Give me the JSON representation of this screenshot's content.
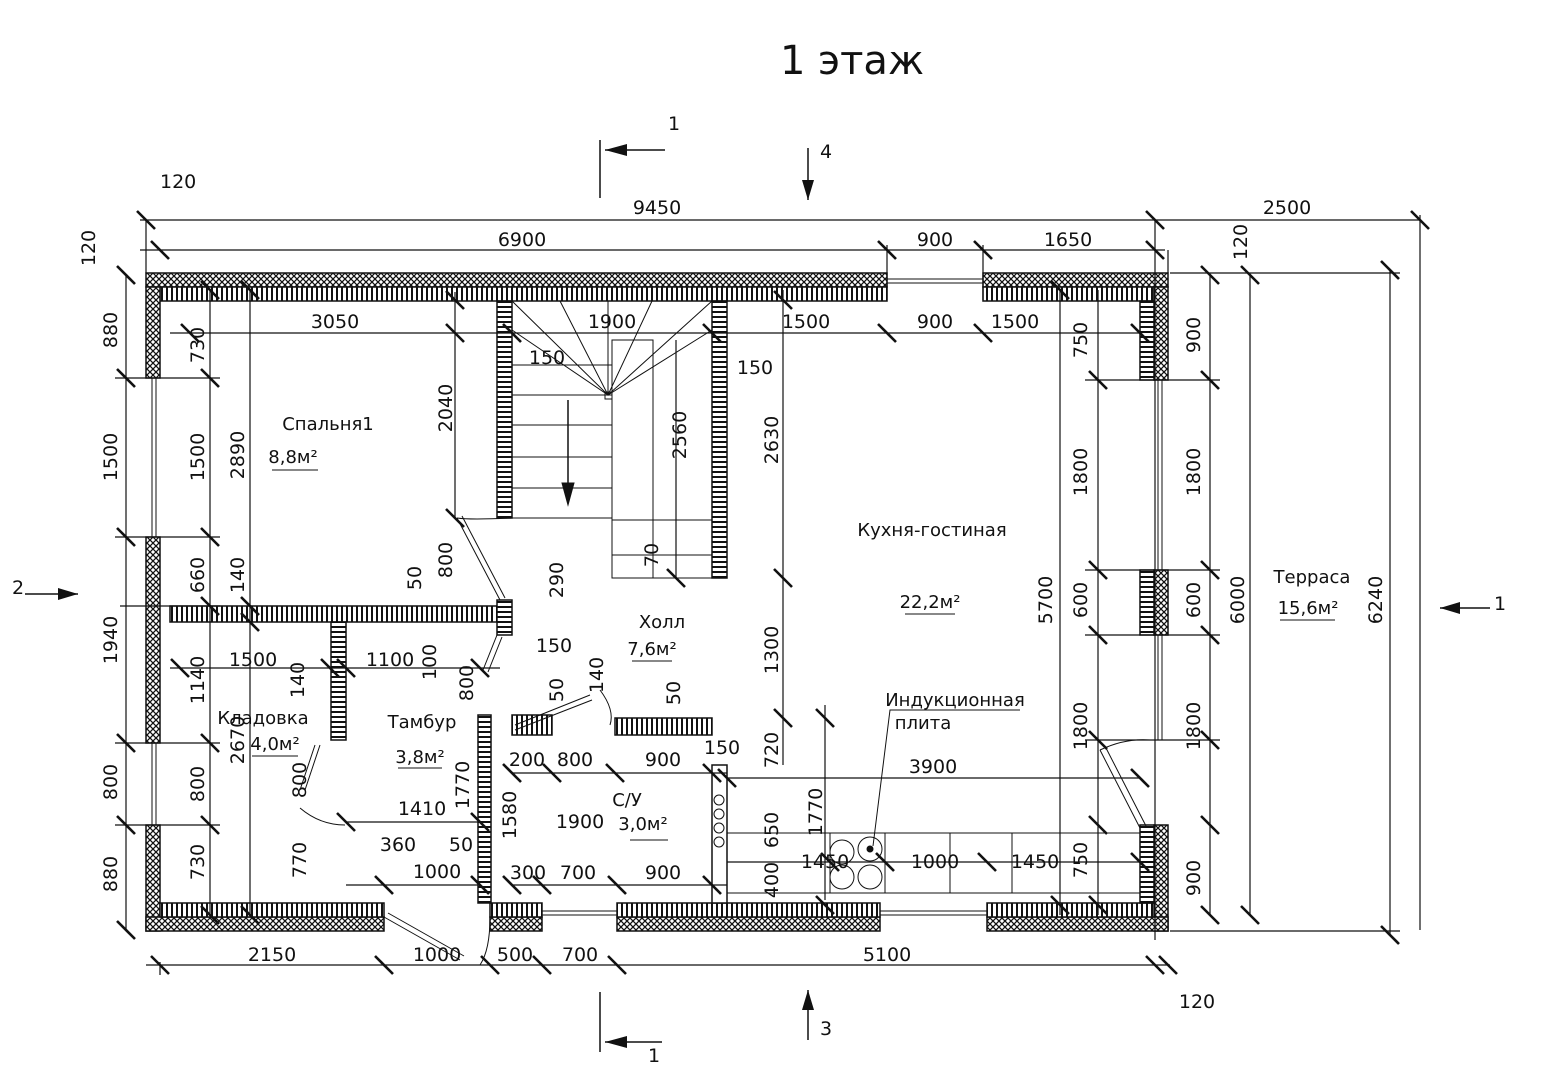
{
  "title": "1 этаж",
  "section_marks": {
    "top_section": "1",
    "view_top": "4",
    "left_view": "2",
    "right_section": "1",
    "view_bottom": "3",
    "bottom_section": "1"
  },
  "rooms": {
    "bedroom": {
      "name": "Спальня1",
      "area": "8,8м²"
    },
    "pantry": {
      "name": "Кладовка",
      "area": "4,0м²"
    },
    "vestibule": {
      "name": "Тамбур",
      "area": "3,8м²"
    },
    "hall": {
      "name": "Холл",
      "area": "7,6м²"
    },
    "bathroom": {
      "name": "С/У",
      "area": "3,0м²"
    },
    "kitchen": {
      "name": "Кухня-гостиная",
      "area": "22,2м²"
    },
    "terrace": {
      "name": "Терраса",
      "area": "15,6м²"
    }
  },
  "callouts": {
    "stove_line1": "Индукционная",
    "stove_line2": "плита"
  },
  "dims_top": [
    "120",
    "9450",
    "2500",
    "6900",
    "900",
    "1650",
    "120",
    "120"
  ],
  "dims_inner_top": [
    "3050",
    "1900",
    "1500",
    "900",
    "1500"
  ],
  "dims_left_outer": [
    "880",
    "1500",
    "1940",
    "800",
    "880"
  ],
  "dims_left_inner": [
    "730",
    "1500",
    "660",
    "1140",
    "800",
    "730",
    "2890",
    "140",
    "2670"
  ],
  "dims_center": [
    "2040",
    "150",
    "150",
    "2560",
    "2630",
    "70",
    "1300",
    "720",
    "1770",
    "650",
    "400"
  ],
  "dims_bedroom_pantry": [
    "50",
    "800",
    "290",
    "100",
    "150",
    "800",
    "1500",
    "1100",
    "140"
  ],
  "dims_vestibule": [
    "800",
    "1410",
    "1770",
    "770",
    "360",
    "50",
    "1000"
  ],
  "dims_hall_wc": [
    "50",
    "140",
    "50",
    "200",
    "800",
    "900",
    "150",
    "1580",
    "1900",
    "300",
    "700",
    "900"
  ],
  "dims_kitchen": [
    "3900",
    "1450",
    "1000",
    "1450",
    "750",
    "1800",
    "5700",
    "600",
    "1800",
    "750"
  ],
  "dims_right": [
    "900",
    "1800",
    "600",
    "1800",
    "900",
    "6000",
    "6240"
  ],
  "dims_bottom": [
    "2150",
    "1000",
    "500",
    "700",
    "5100",
    "120"
  ]
}
